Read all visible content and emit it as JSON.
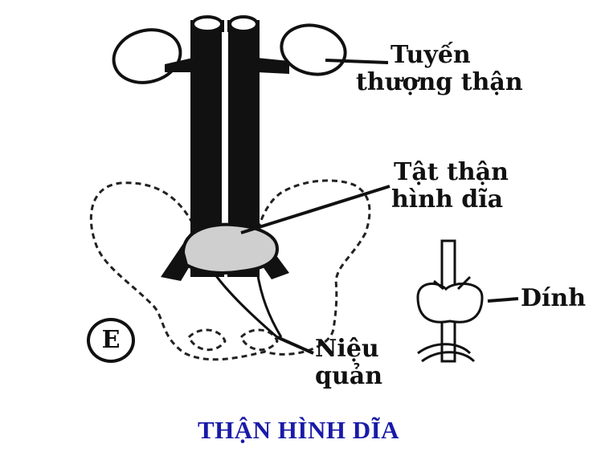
{
  "labels": {
    "adrenal": [
      "Tuyến",
      "thượng thận"
    ],
    "horseshoe": [
      "Tật thận",
      "hình dĩa"
    ],
    "ureter": [
      "Niệu",
      "quản"
    ],
    "adhesion": "Dính",
    "badge": "E"
  },
  "caption": "THẬN HÌNH DĨA",
  "colors": {
    "caption": "#1a1aa8",
    "ink": "#111111"
  }
}
